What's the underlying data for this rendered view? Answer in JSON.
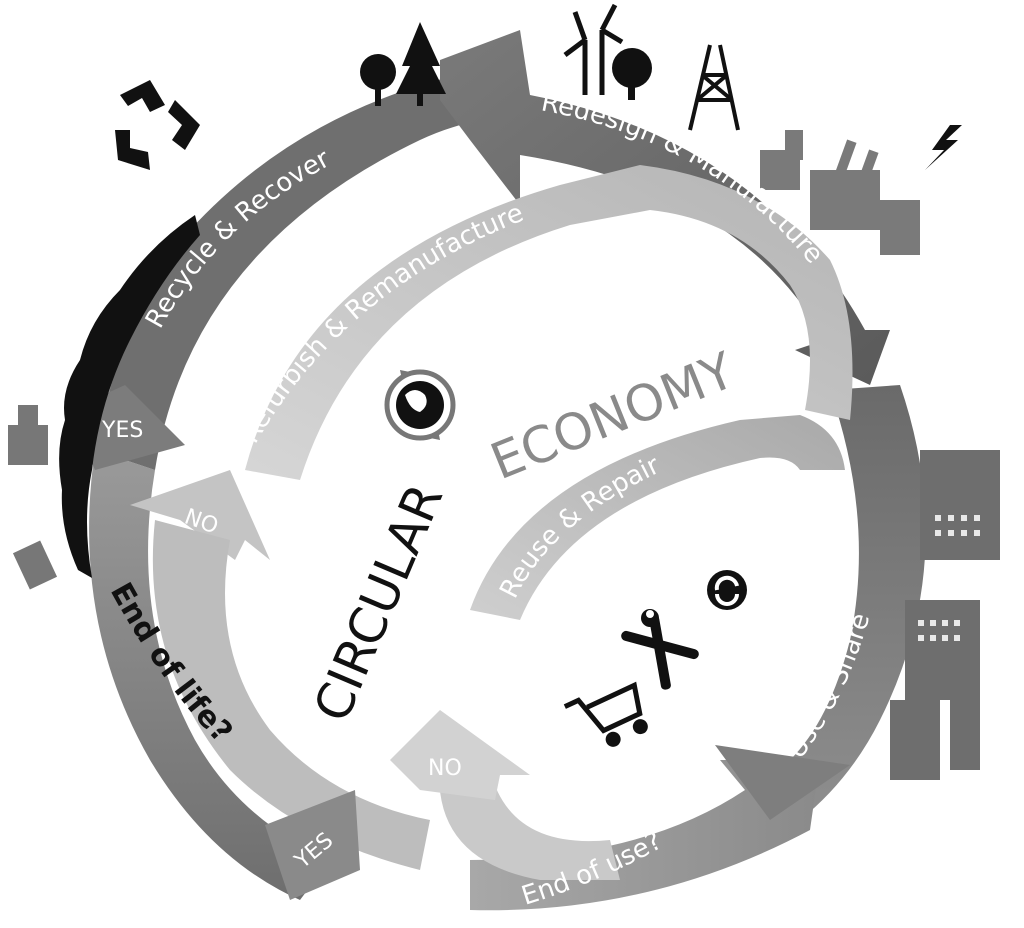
{
  "title": {
    "part1": "CIRCULAR",
    "part2": "ECONOMY"
  },
  "loops": {
    "redesign": "Redesign & Manufacture",
    "use_share": "Use & Share",
    "end_of_use": "End of use?",
    "reuse_repair": "Reuse & Repair",
    "refurbish": "Refurbish & Remanufacture",
    "recycle": "Recycle & Recover",
    "end_of_life": "End of life?"
  },
  "decisions": {
    "no_inner": "NO",
    "yes_bottom": "YES",
    "no_middle": "NO",
    "yes_left": "YES"
  },
  "icons": [
    "recycle-icon",
    "tree-icon",
    "wind-turbine-icon",
    "oil-rig-icon",
    "factory-icon",
    "lightning-icon",
    "city-skyline-icon",
    "globe-cycle-icon",
    "shopping-cart-icon",
    "tools-icon",
    "refresh-icon",
    "landfill-icon"
  ],
  "colors": {
    "arrow_dark": "#5e5e5e",
    "arrow_mid": "#9a9a9a",
    "arrow_light": "#c8c8c8",
    "ink": "#111111"
  }
}
